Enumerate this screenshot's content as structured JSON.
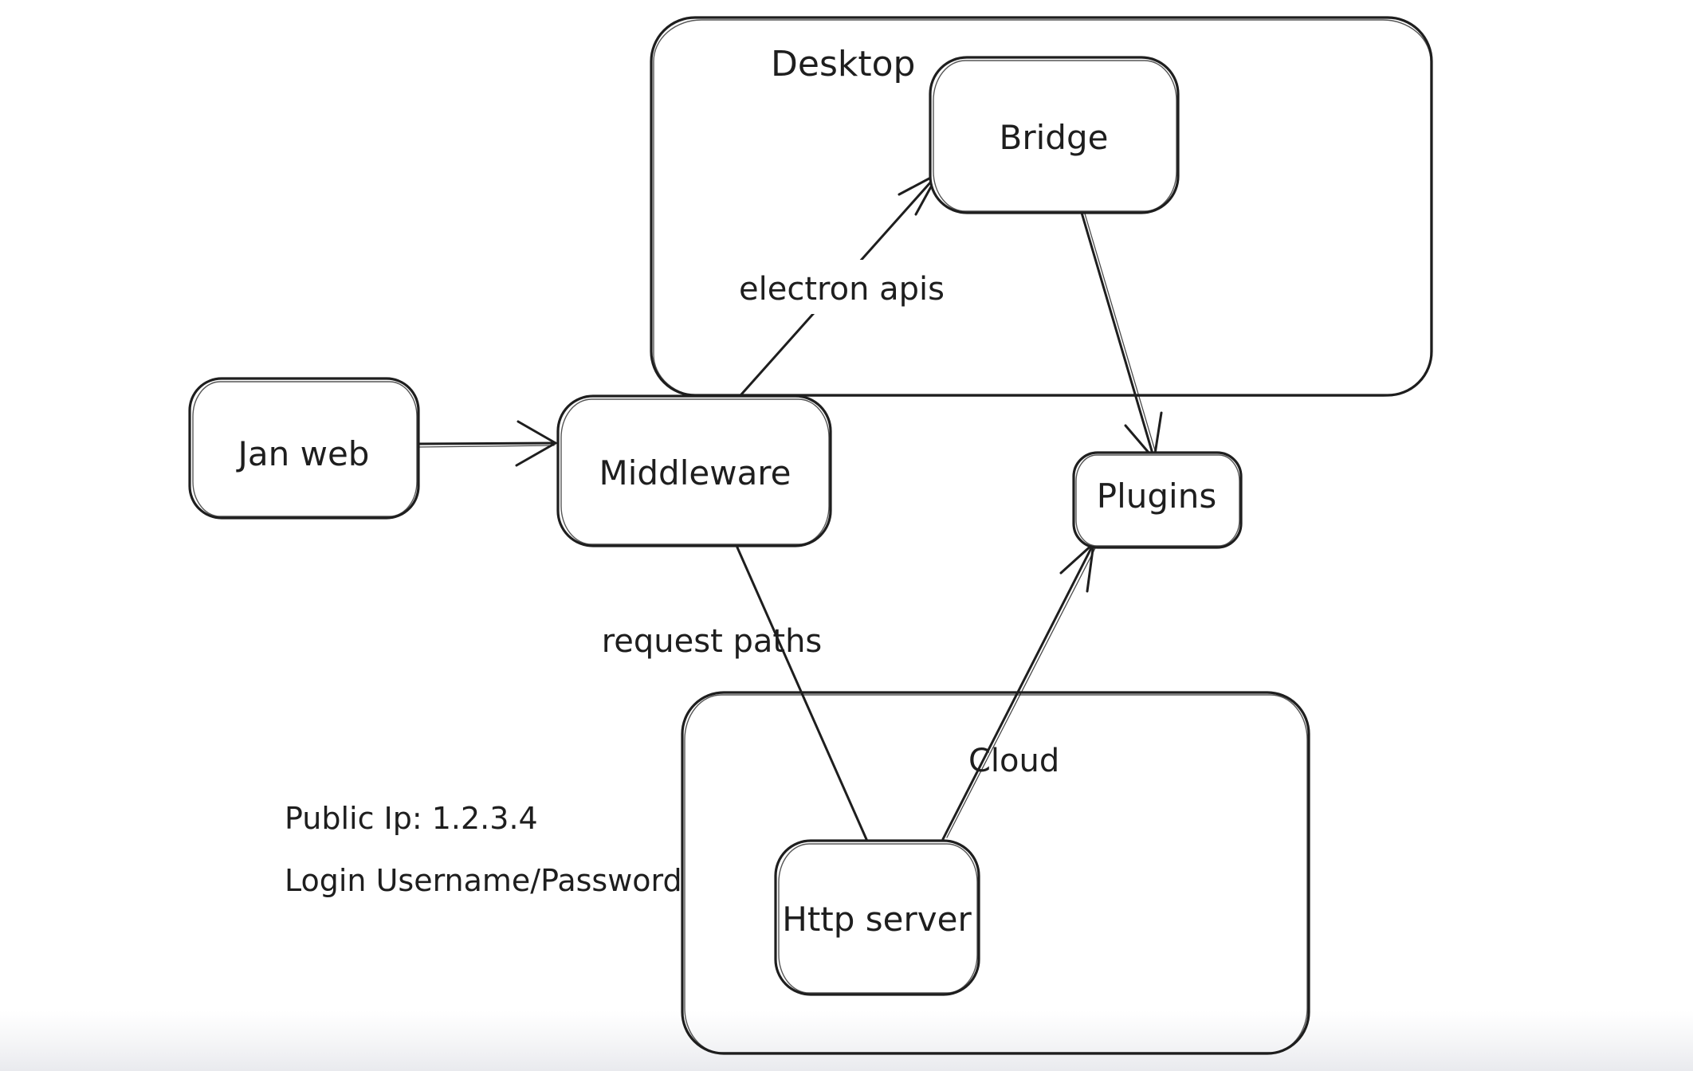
{
  "app": {
    "background": "#ffffff",
    "stroke_color": "#1e1e1e",
    "bottom_fade_color": "#edeef1"
  },
  "containers": {
    "desktop": {
      "label": "Desktop"
    },
    "cloud": {
      "label": "Cloud"
    }
  },
  "nodes": {
    "jan_web": {
      "label": "Jan web"
    },
    "middleware": {
      "label": "Middleware"
    },
    "bridge": {
      "label": "Bridge"
    },
    "plugins": {
      "label": "Plugins"
    },
    "http_server": {
      "label": "Http server"
    }
  },
  "edges": {
    "jan_web_to_middleware": {
      "label": ""
    },
    "middleware_to_bridge": {
      "label": "electron apis"
    },
    "bridge_to_plugins": {
      "label": ""
    },
    "middleware_to_http": {
      "label": "request paths"
    },
    "http_to_plugins": {
      "label": ""
    }
  },
  "annotations": {
    "public_ip": "Public Ip: 1.2.3.4",
    "login": "Login Username/Password"
  }
}
